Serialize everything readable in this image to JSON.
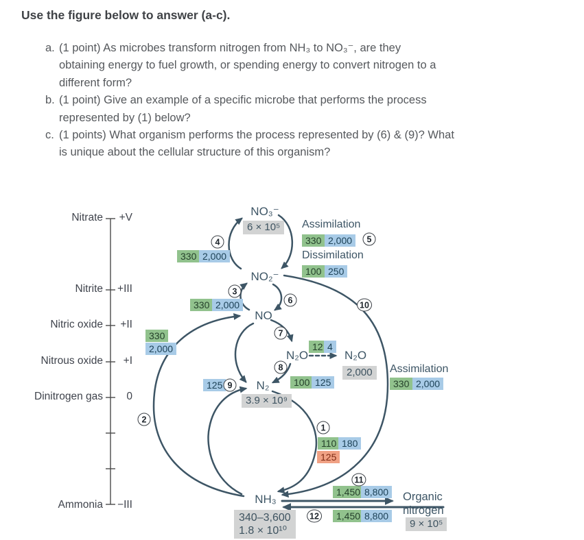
{
  "colors": {
    "ink": "#3d5565",
    "badge-green": "#91c28d",
    "badge-blue": "#a8cbe7",
    "badge-orange": "#f0a184",
    "badge-gray": "#d2d3d3",
    "text": "#55585c"
  },
  "header": {
    "title": "Use the figure below to answer (a-c)."
  },
  "questions": [
    {
      "label": "a.",
      "lines": [
        "(1 point) As microbes transform nitrogen from NH₃ to NO₃⁻, are they",
        "obtaining energy to fuel growth, or spending energy to convert nitrogen to a",
        "different form?"
      ]
    },
    {
      "label": "b.",
      "lines": [
        "(1 point) Give an example of a specific microbe that performs the process",
        "represented by (1) below?"
      ]
    },
    {
      "label": "c.",
      "lines": [
        "(1 points) What organism performs the process represented by (6) & (9)? What",
        "is unique about the cellular structure of this organism?"
      ]
    }
  ],
  "figure": {
    "axis": {
      "rows": [
        {
          "label": "Nitrate",
          "state": "+V"
        },
        {
          "label": "Nitrite",
          "state": "+III"
        },
        {
          "label": "Nitric oxide",
          "state": "+II"
        },
        {
          "label": "Nitrous oxide",
          "state": "+I"
        },
        {
          "label": "Dinitrogen gas",
          "state": "0"
        },
        {
          "label": "Ammonia",
          "state": "−III"
        }
      ]
    },
    "species": {
      "no3": "NO₃⁻",
      "no2": "NO₂⁻",
      "no": "NO",
      "n2o_left": "N₂O",
      "n2o_right": "N₂O",
      "n2": "N₂",
      "nh3": "NH₃",
      "organic_line1": "Organic",
      "organic_line2": "nitrogen"
    },
    "pools": {
      "no3": "6 × 10⁵",
      "n2o": "2,000",
      "n2": "3.9 × 10⁹",
      "nh3_range": "340–3,600",
      "nh3_total": "1.8 × 10¹⁰",
      "organic": "9 × 10⁵"
    },
    "process_labels": {
      "assimilation_top": "Assimilation",
      "dissimilation": "Dissimilation",
      "assimilation_right": "Assimilation"
    },
    "circles": {
      "c1": "1",
      "c2": "2",
      "c3": "3",
      "c4": "4",
      "c5": "5",
      "c6": "6",
      "c7": "7",
      "c8": "8",
      "c9": "9",
      "c10": "10",
      "c11": "11",
      "c12": "12"
    },
    "badges": {
      "p4_green": "330",
      "p4_blue": "2,000",
      "assim_top_green": "330",
      "assim_top_blue": "2,000",
      "dissim_green": "100",
      "dissim_blue": "250",
      "p3_green": "330",
      "p3_blue": "2,000",
      "p2_green": "330",
      "p2_blue": "2,000",
      "n2o_green": "12",
      "n2o_blue": "4",
      "p8_green": "100",
      "p8_blue": "125",
      "p9_blue": "125",
      "p1_green": "110",
      "p1_blue": "180",
      "p1_orange": "125",
      "assim_right_green": "330",
      "assim_right_blue": "2,000",
      "p11_green": "1,450",
      "p11_blue": "8,800",
      "p12_green": "1,450",
      "p12_blue": "8,800"
    }
  }
}
